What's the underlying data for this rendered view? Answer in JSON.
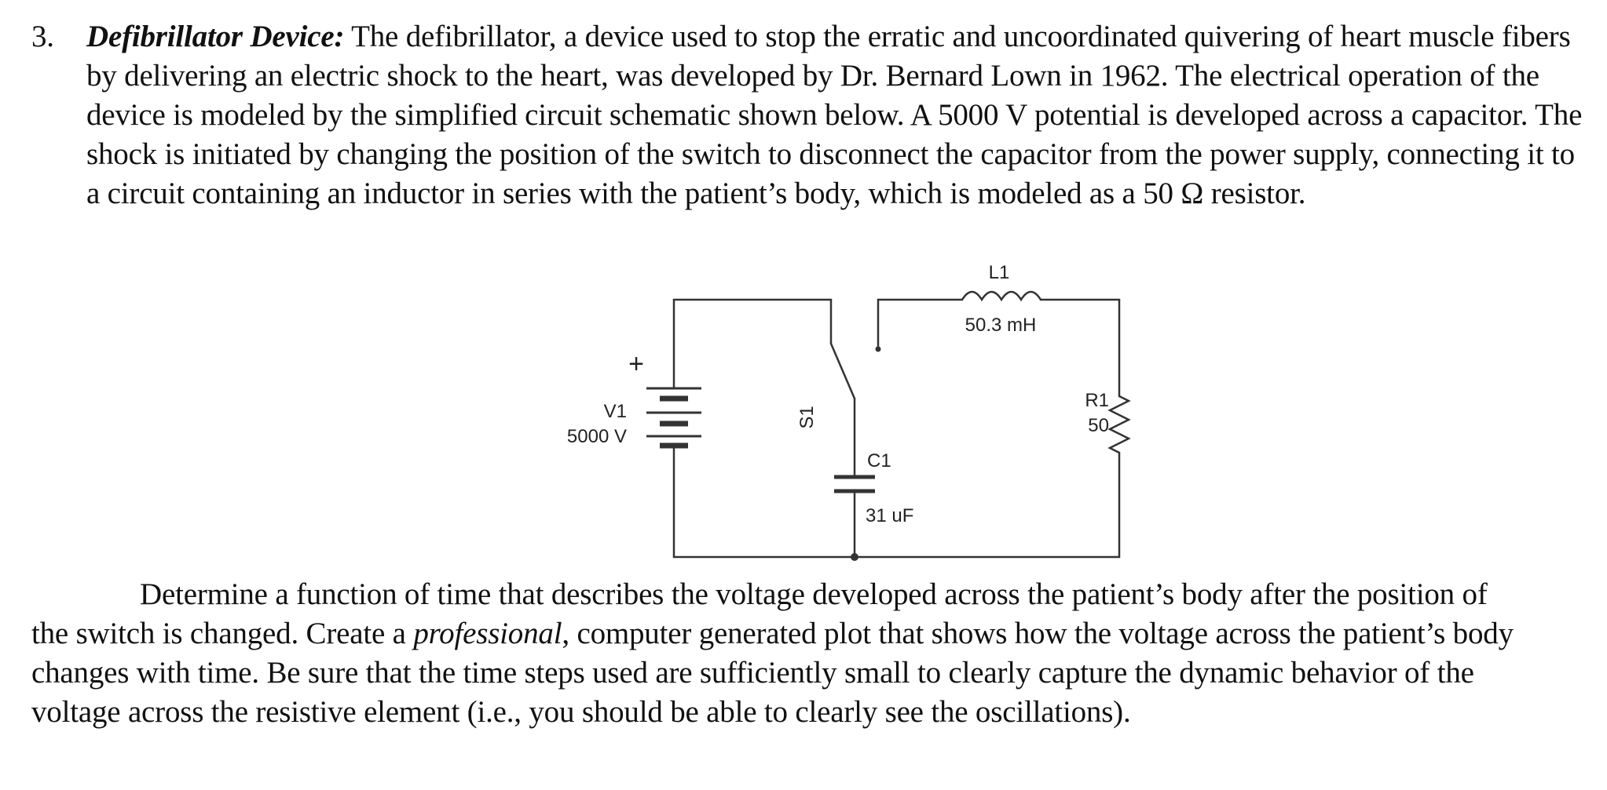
{
  "problem": {
    "number": "3.",
    "lead": "Defibrillator Device:",
    "intro": " The defibrillator, a device used to stop the erratic and uncoordinated quivering of heart muscle fibers by delivering an electric shock to the heart, was developed by Dr. Bernard Lown in 1962.  The electrical operation of the device is modeled by the simplified circuit schematic shown below.  A 5000 V potential is developed across a capacitor.  The shock is initiated by changing the position of the switch to disconnect the capacitor from the power supply, connecting it to a circuit containing an inductor in series with the patient’s body, which is modeled as a 50 Ω resistor.",
    "task_before": "Determine a function of time that describes the voltage developed across the patient’s body after the position of the switch is changed.  Create a ",
    "task_emphasis": "professional",
    "task_after": ", computer generated plot that shows how the voltage across the patient’s body changes with time. Be sure that the time steps used are sufficiently small to clearly capture the dynamic behavior of the voltage across the resistive element (i.e., you should be able to clearly see the oscillations)."
  },
  "circuit": {
    "source_name": "V1",
    "source_value": "5000 V",
    "plus_sign": "+",
    "switch_name": "S1",
    "capacitor_name": "C1",
    "capacitor_value": "31 uF",
    "inductor_name": "L1",
    "inductor_value": "50.3 mH",
    "resistor_name": "R1",
    "resistor_value": "50"
  }
}
